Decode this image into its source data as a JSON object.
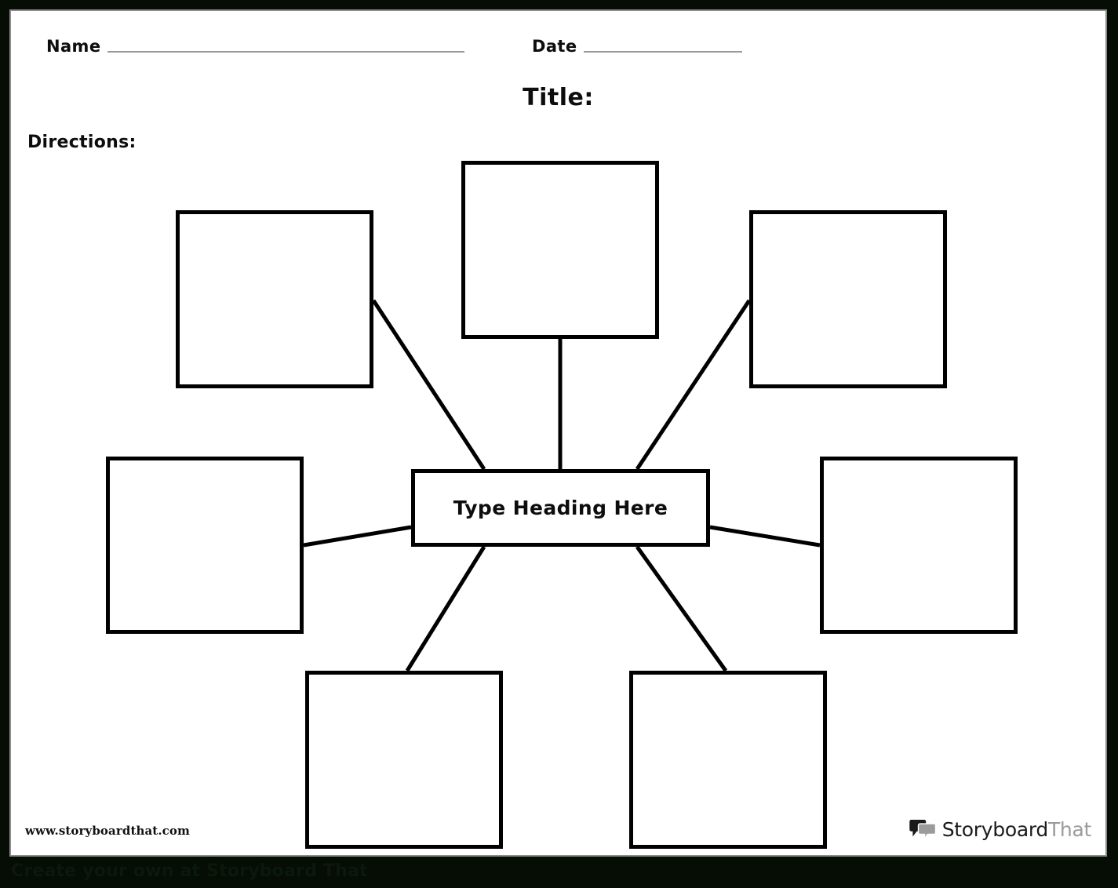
{
  "document": {
    "type": "spider-map-worksheet",
    "page_background": "#ffffff",
    "canvas_background": "#050d05",
    "line_color": "#000000"
  },
  "header": {
    "name_label": "Name",
    "date_label": "Date",
    "title_label": "Title:",
    "directions_label": "Directions:"
  },
  "map": {
    "center": {
      "label": "Type Heading Here"
    },
    "nodes": [
      {
        "id": "top-left",
        "label": ""
      },
      {
        "id": "top-center",
        "label": ""
      },
      {
        "id": "top-right",
        "label": ""
      },
      {
        "id": "mid-left",
        "label": ""
      },
      {
        "id": "mid-right",
        "label": ""
      },
      {
        "id": "bottom-left",
        "label": ""
      },
      {
        "id": "bottom-right",
        "label": ""
      }
    ]
  },
  "footer": {
    "url": "www.storyboardthat.com",
    "logo": {
      "word_dark": "Storyboard",
      "word_gray": "That",
      "dark_color": "#1a1a1a",
      "gray_color": "#9b9b9b"
    }
  },
  "caption": {
    "text": "Create your own at Storyboard That"
  }
}
